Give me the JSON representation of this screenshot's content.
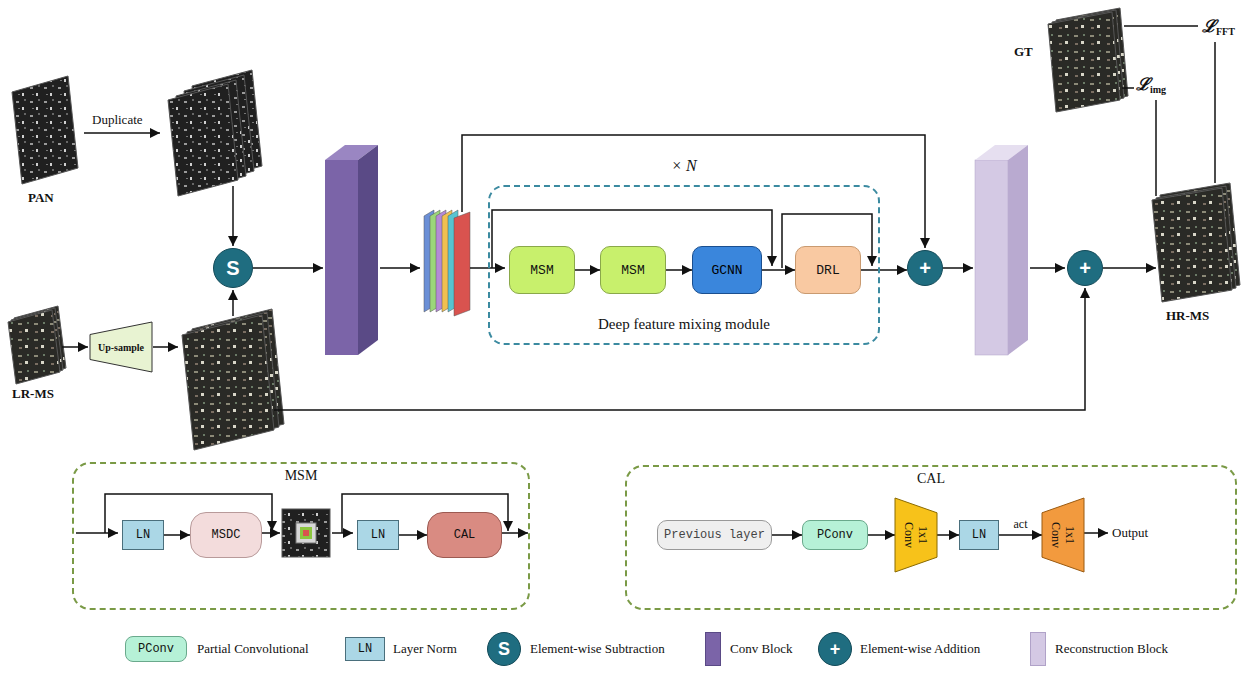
{
  "diagram": {
    "nodes": [
      {
        "text": [
          "S"
        ]
      },
      {
        "text": [
          "Up-sample"
        ]
      },
      {
        "text": [
          "× N",
          "Deep feature mixing module"
        ]
      },
      {
        "text": [
          "MSM"
        ],
        "in": 2
      },
      {
        "text": [
          "MSM"
        ],
        "in": 2
      },
      {
        "text": [
          "GCNN"
        ],
        "in": 2
      },
      {
        "text": [
          "DRL"
        ],
        "in": 2
      },
      {
        "text": [
          "+"
        ]
      },
      {
        "text": [
          "+"
        ]
      },
      {
        "text": [
          "MSM"
        ]
      },
      {
        "text": [
          "LN"
        ],
        "in": 9
      },
      {
        "text": [
          "MSDC"
        ],
        "in": 9
      },
      {
        "text": [
          "LN"
        ],
        "in": 9
      },
      {
        "text": [
          "CAL"
        ],
        "in": 9
      },
      {
        "text": [
          "CAL"
        ]
      },
      {
        "text": [
          "Previous layer"
        ],
        "in": 14
      },
      {
        "text": [
          "PConv"
        ],
        "in": 14
      },
      {
        "text": [
          "1x1 Conv"
        ],
        "in": 14
      },
      {
        "text": [
          "LN"
        ],
        "in": 14
      },
      {
        "text": [
          "1x1 Conv"
        ],
        "in": 14
      }
    ],
    "edges": [
      {
        "from": 3,
        "to": 4,
        "arrow": "to"
      },
      {
        "from": 4,
        "to": 5,
        "arrow": "to"
      },
      {
        "from": 5,
        "to": 6,
        "arrow": "to"
      },
      {
        "from": 6,
        "to": 7,
        "arrow": "to"
      },
      {
        "from": 10,
        "to": 11,
        "arrow": "to"
      },
      {
        "from": 12,
        "to": 13,
        "arrow": "to"
      },
      {
        "from": 15,
        "to": 16,
        "arrow": "to"
      },
      {
        "from": 16,
        "to": 17,
        "arrow": "to"
      },
      {
        "from": 17,
        "to": 18,
        "arrow": "to"
      },
      {
        "from": 18,
        "to": 19,
        "label": "act",
        "arrow": "to"
      }
    ],
    "labels": [
      "PAN",
      "Duplicate",
      "LR-MS",
      "GT",
      "ℒ",
      "FFT",
      "ℒ",
      "img",
      "HR-MS",
      "Output",
      "PConv",
      "LN",
      "S",
      "+"
    ],
    "legend": [
      {
        "text": "Partial Convolutional",
        "color": "#b6f1d7"
      },
      {
        "text": "Layer Norm",
        "color": "#abd7e6"
      },
      {
        "text": "Element-wise Subtraction",
        "color": "#1f6d80"
      },
      {
        "text": "Conv Block",
        "color": "#7b64a8"
      },
      {
        "text": "Element-wise Addition",
        "color": "#1f6d80"
      },
      {
        "text": "Reconstruction Block",
        "color": "#d4c9e4"
      }
    ]
  }
}
